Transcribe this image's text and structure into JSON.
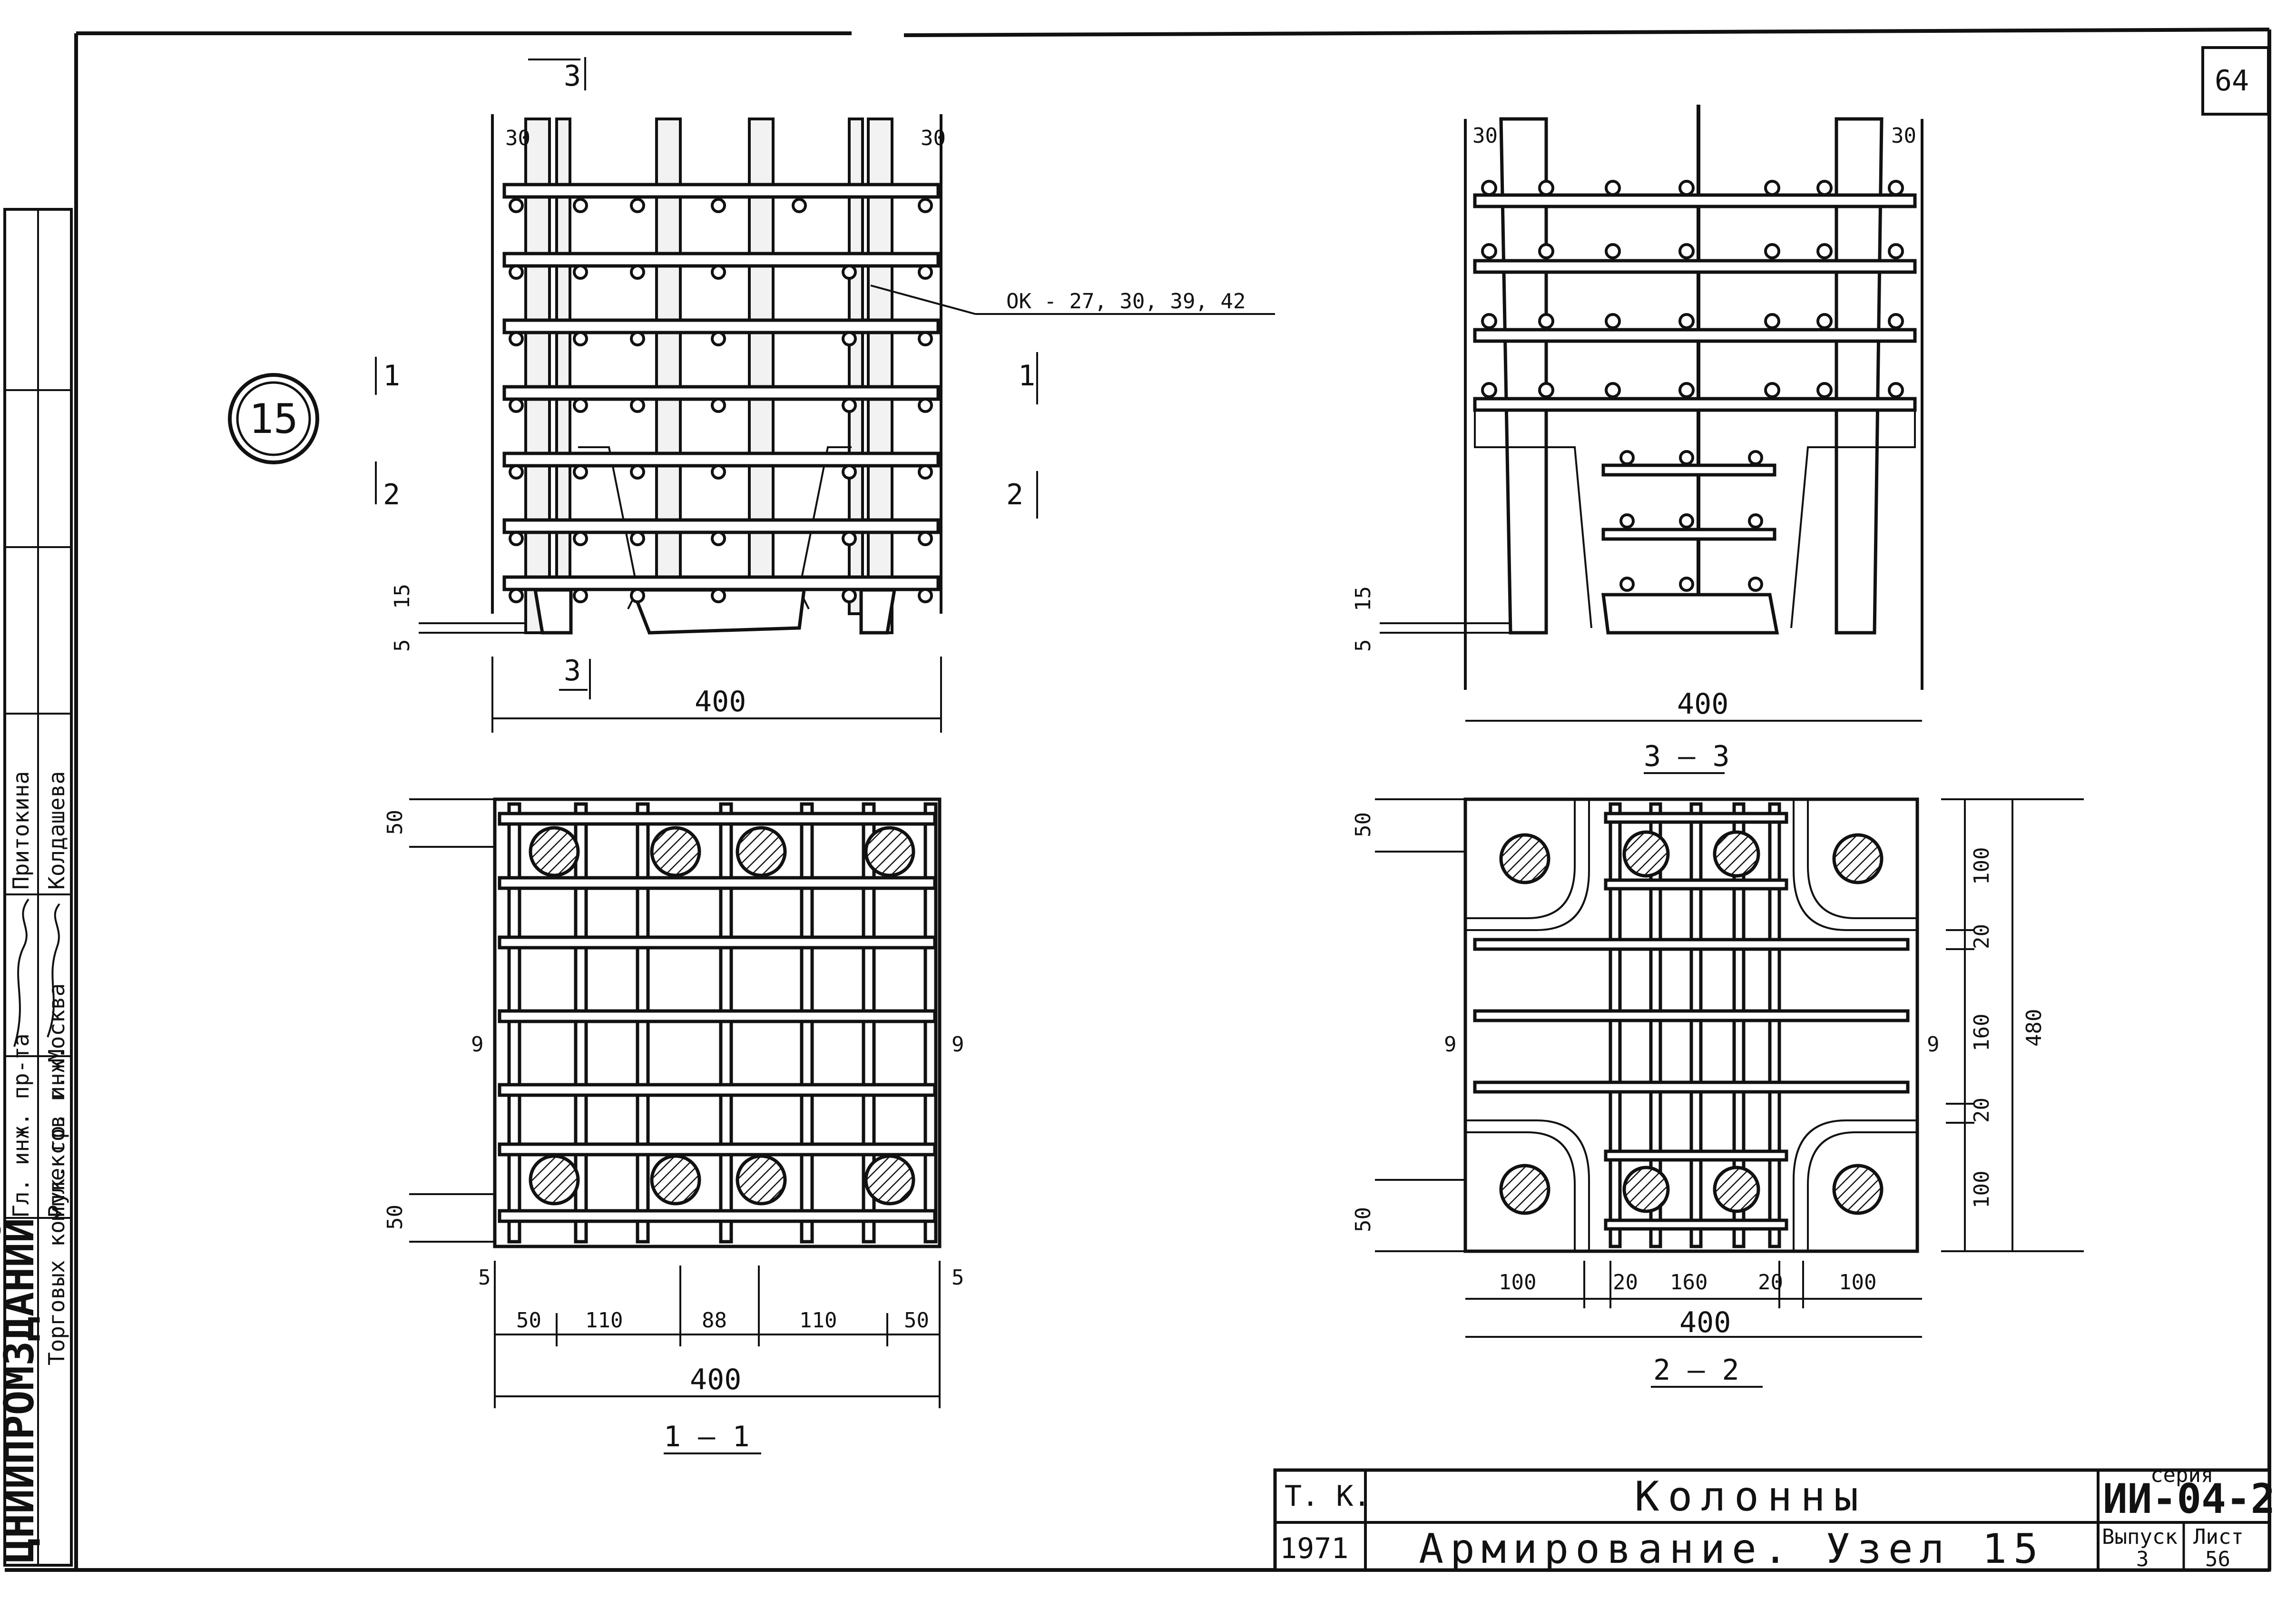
{
  "sheet_number": "64",
  "node_number": "15",
  "callout": "ОК - 27, 30, 39, 42",
  "sections": {
    "s11": "1 — 1",
    "s22": "2 — 2",
    "s33": "3 — 3",
    "mark_1": "1",
    "mark_2": "2",
    "mark_3": "3"
  },
  "dims": {
    "d30": "30",
    "d400": "400",
    "d15": "15",
    "d5": "5",
    "d50": "50",
    "d9": "9",
    "d110": "110",
    "d88": "88",
    "d100": "100",
    "d20": "20",
    "d160": "160",
    "d480": "480"
  },
  "title_block": {
    "tk": "Т. К.",
    "year": "1971",
    "title": "Колонны",
    "subtitle": "Армирование. Узел 15",
    "series_label": "серия",
    "series": "ИИ-04-2",
    "issue_label": "Выпуск",
    "issue": "3",
    "sheet_label": "Лист",
    "sheet": "56"
  },
  "side_stamp": {
    "org": "ЦНИИПРОМЗДАНИЙ",
    "org2": "Торговых комплексов г. Москва",
    "roles": [
      "Гл. инж. пр-та",
      "Рук. гр. инж."
    ],
    "names": [
      "Притокина",
      "Колдашева"
    ]
  }
}
